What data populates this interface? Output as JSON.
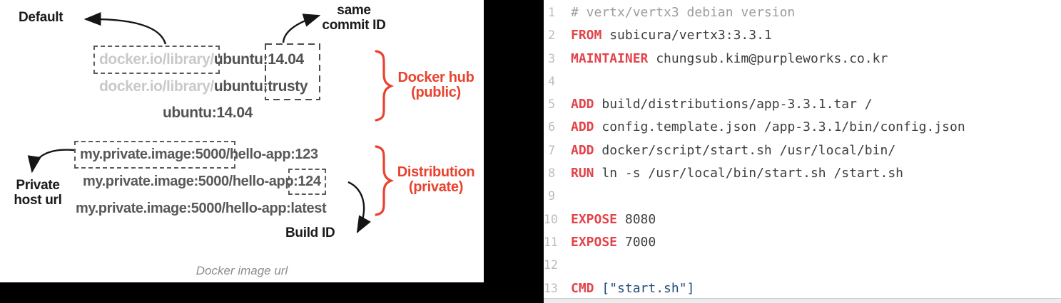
{
  "diagram": {
    "caption": "Docker image url",
    "annotations": {
      "default": "Default",
      "same_commit": [
        "same",
        "commit ID"
      ],
      "private_host": [
        "Private",
        "host url"
      ],
      "build_id": "Build ID"
    },
    "groups": {
      "public": [
        "Docker hub",
        "(public)"
      ],
      "private": [
        "Distribution",
        "(private)"
      ]
    },
    "public_rows": [
      {
        "prefix": "docker.io/library/",
        "name": "ubuntu",
        "tag": ":14.04"
      },
      {
        "prefix": "docker.io/library/",
        "name": "ubuntu",
        "tag": ":trusty"
      },
      {
        "name": "ubuntu",
        "tag": ":14.04"
      }
    ],
    "private_rows": [
      {
        "registry": "my.private.image:5000/",
        "name": "hello-app",
        "tag": ":123"
      },
      {
        "registry": "my.private.image:5000/",
        "name": "hello-app",
        "tag": ":124"
      },
      {
        "registry": "my.private.image:5000/",
        "name": "hello-app",
        "tag": ":latest"
      }
    ],
    "colors": {
      "accent_red": "#e8432f",
      "prefix_gray": "#c8c9ca",
      "image_dark": "#505254",
      "private_gray": "#58595b",
      "arrow_black": "#151515",
      "dashed_box": "#5b5b5b"
    }
  },
  "code": {
    "lines": [
      {
        "n": "1",
        "tokens": [
          {
            "t": "# vertx/vertx3 debian version",
            "s": "comment"
          }
        ]
      },
      {
        "n": "2",
        "tokens": [
          {
            "t": "FROM",
            "s": "keyword"
          },
          {
            "t": " subicura/vertx3:3.3.1",
            "s": "plain"
          }
        ]
      },
      {
        "n": "3",
        "tokens": [
          {
            "t": "MAINTAINER",
            "s": "keyword"
          },
          {
            "t": " chungsub.kim@purpleworks.co.kr",
            "s": "plain"
          }
        ]
      },
      {
        "n": "4",
        "tokens": []
      },
      {
        "n": "5",
        "tokens": [
          {
            "t": "ADD",
            "s": "keyword"
          },
          {
            "t": " build/distributions/app-3.3.1.tar /",
            "s": "plain"
          }
        ]
      },
      {
        "n": "6",
        "tokens": [
          {
            "t": "ADD",
            "s": "keyword"
          },
          {
            "t": " config.template.json /app-3.3.1/bin/config.json",
            "s": "plain"
          }
        ]
      },
      {
        "n": "7",
        "tokens": [
          {
            "t": "ADD",
            "s": "keyword"
          },
          {
            "t": " docker/script/start.sh /usr/local/bin/",
            "s": "plain"
          }
        ]
      },
      {
        "n": "8",
        "tokens": [
          {
            "t": "RUN",
            "s": "keyword"
          },
          {
            "t": " ln -s /usr/local/bin/start.sh /start.sh",
            "s": "plain"
          }
        ]
      },
      {
        "n": "9",
        "tokens": []
      },
      {
        "n": "10",
        "tokens": [
          {
            "t": "EXPOSE",
            "s": "keyword"
          },
          {
            "t": " 8080",
            "s": "plain"
          }
        ]
      },
      {
        "n": "11",
        "tokens": [
          {
            "t": "EXPOSE",
            "s": "keyword"
          },
          {
            "t": " 7000",
            "s": "plain"
          }
        ]
      },
      {
        "n": "12",
        "tokens": []
      },
      {
        "n": "13",
        "tokens": [
          {
            "t": "CMD",
            "s": "keyword"
          },
          {
            "t": " ",
            "s": "plain"
          },
          {
            "t": "[\"start.sh\"]",
            "s": "string"
          }
        ]
      }
    ],
    "colors": {
      "keyword": "#e2434b",
      "comment": "#9a9da0",
      "plain": "#3c3f42",
      "string": "#1f4b7a",
      "line_number": "#b9bcbe"
    }
  }
}
